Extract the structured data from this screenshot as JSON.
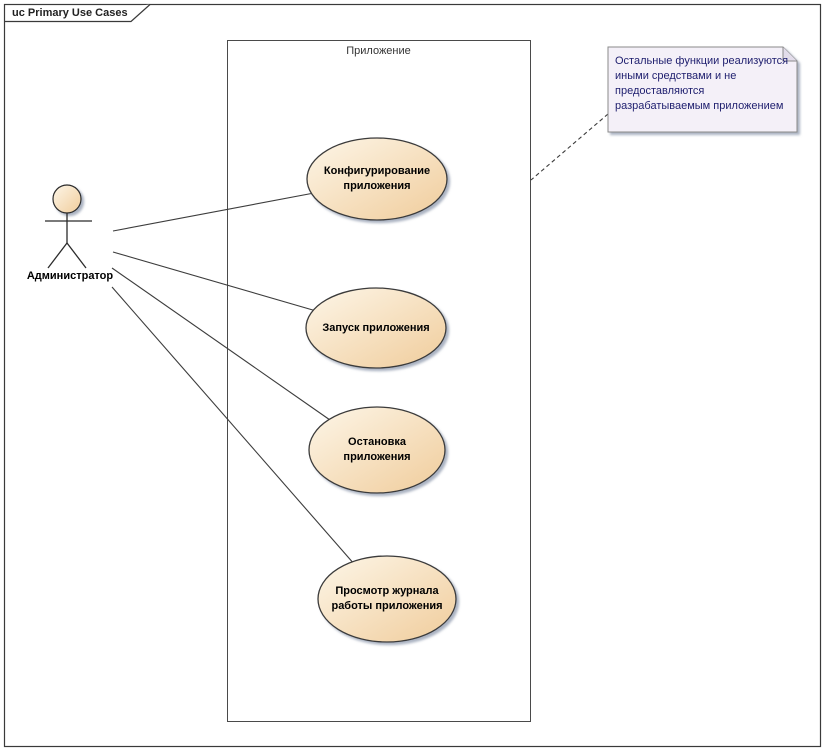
{
  "frame": {
    "label": "uc Primary Use Cases"
  },
  "boundary": {
    "label": "Приложение"
  },
  "actor": {
    "label": "Администратор"
  },
  "use_cases": [
    {
      "id": "configure-app",
      "label": [
        "Конфигурирование",
        "приложения"
      ]
    },
    {
      "id": "start-app",
      "label": [
        "Запуск приложения"
      ]
    },
    {
      "id": "stop-app",
      "label": [
        "Остановка",
        "приложения"
      ]
    },
    {
      "id": "view-log",
      "label": [
        "Просмотр журнала",
        "работы приложения"
      ]
    }
  ],
  "note": {
    "text": [
      "Остальные функции реализуются",
      "иными средствами и не",
      "предоставляются",
      "разрабатываемым приложением"
    ]
  },
  "connections": [
    {
      "type": "association",
      "from": "Администратор",
      "to": "Конфигурирование приложения"
    },
    {
      "type": "association",
      "from": "Администратор",
      "to": "Запуск приложения"
    },
    {
      "type": "association",
      "from": "Администратор",
      "to": "Остановка приложения"
    },
    {
      "type": "association",
      "from": "Администратор",
      "to": "Просмотр журнала работы приложения"
    },
    {
      "type": "note-link",
      "from": "note",
      "to": "Приложение"
    }
  ],
  "colors": {
    "uc_fill_light": "#fdf6e8",
    "uc_fill_dark": "#f0cc9b",
    "uc_border": "#3a3a3a",
    "note_fill": "#f4f0f8",
    "note_fold": "#e2dcea",
    "note_border": "#8a8a8a",
    "note_text": "#1e1e6e",
    "boundary_border": "#4a4a4a",
    "frame_border": "#3a3a3a",
    "line": "#3c3c3c",
    "shadow": "#8e99ad"
  }
}
